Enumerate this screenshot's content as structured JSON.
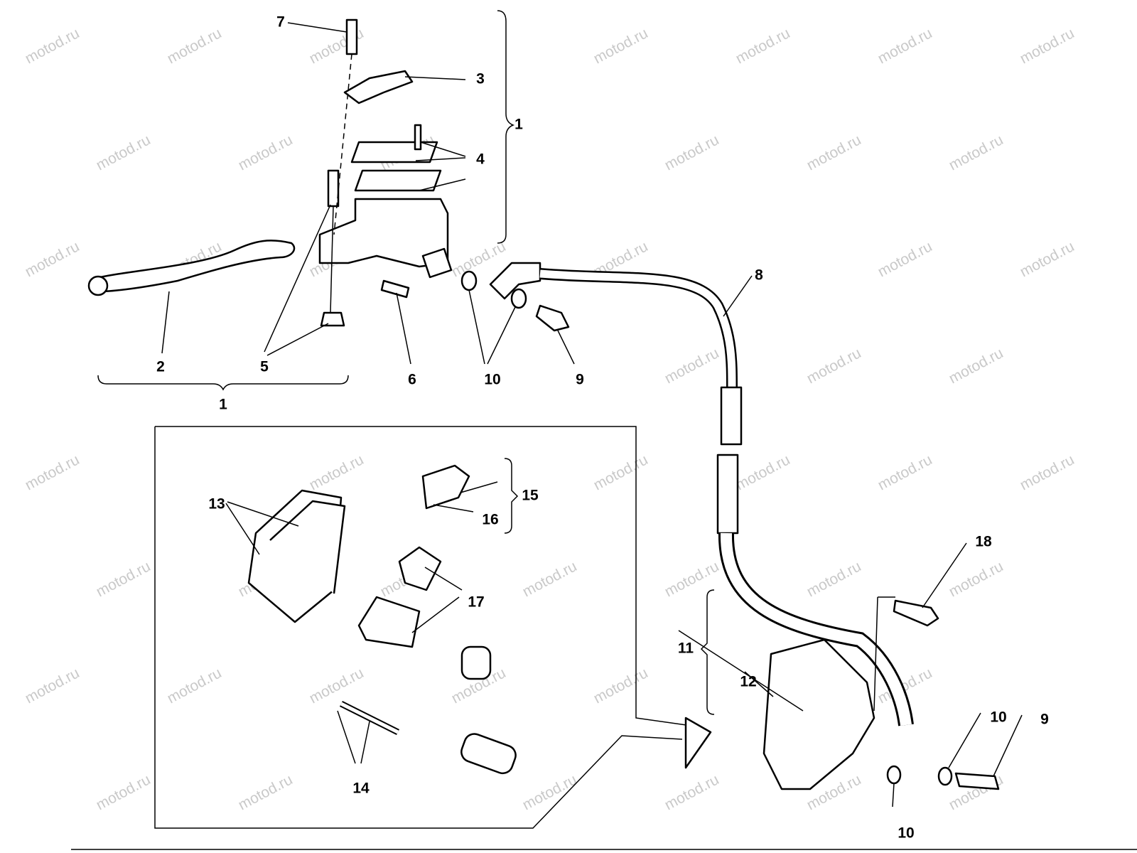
{
  "watermark": "motod.ru",
  "labels": {
    "l7": "7",
    "l3": "3",
    "l1_top": "1",
    "l4a": "4",
    "l2": "2",
    "l5": "5",
    "l6": "6",
    "l10a": "10",
    "l9a": "9",
    "l8": "8",
    "l1_bottom": "1",
    "l13": "13",
    "l15": "15",
    "l16": "16",
    "l17": "17",
    "l11": "11",
    "l12": "12",
    "l18": "18",
    "l10b": "10",
    "l9b": "9",
    "l10c": "10",
    "l14": "14"
  }
}
